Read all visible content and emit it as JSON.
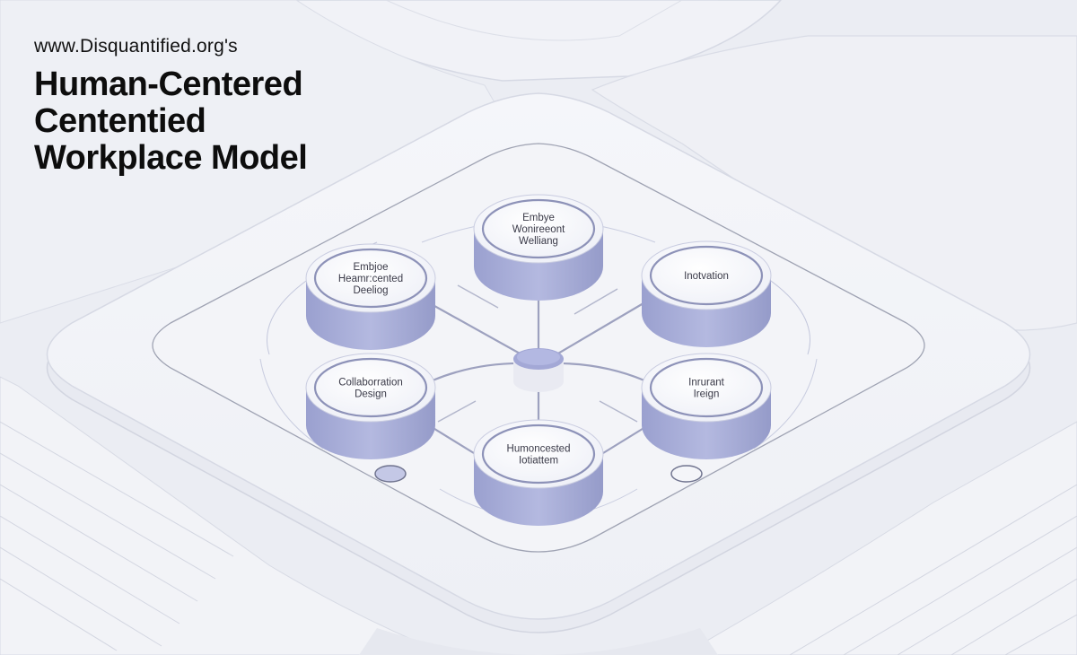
{
  "header": {
    "site": "www.Disquantified.org's",
    "title_lines": [
      "Human-Centered",
      "Cententied",
      "Workplace Model"
    ]
  },
  "colors": {
    "background": "#eceef4",
    "node_top": "#f6f7fb",
    "node_ring": "#8d92b8",
    "node_side": "#a9afd6",
    "connector": "#9da1bf"
  },
  "nodes": [
    {
      "id": "top",
      "lines": [
        "Embye",
        "Wonireeont",
        "Welliang"
      ]
    },
    {
      "id": "upper-left",
      "lines": [
        "Embjoe",
        "Heamr:cented",
        "Deeliog"
      ]
    },
    {
      "id": "upper-right",
      "lines": [
        "Inotvation"
      ]
    },
    {
      "id": "lower-left",
      "lines": [
        "Collaborration",
        "Design"
      ]
    },
    {
      "id": "lower-right",
      "lines": [
        "Inrurant",
        "Ireign"
      ]
    },
    {
      "id": "bottom",
      "lines": [
        "Humoncested",
        "Iotiattem"
      ]
    }
  ]
}
